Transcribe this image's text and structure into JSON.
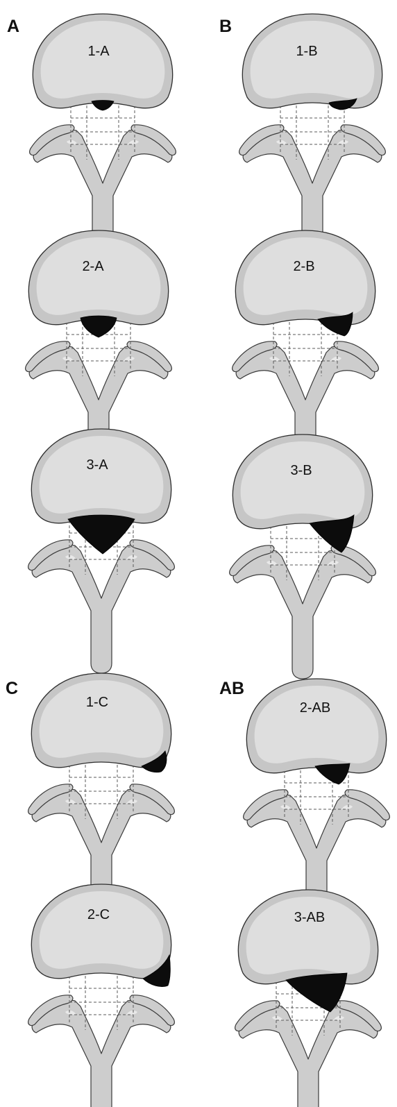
{
  "panel_labels": [
    "A",
    "B",
    "C",
    "AB"
  ],
  "diagrams": [
    {
      "label": "1-A",
      "zone": "A",
      "size": 1
    },
    {
      "label": "1-B",
      "zone": "B",
      "size": 1
    },
    {
      "label": "2-A",
      "zone": "A",
      "size": 2
    },
    {
      "label": "2-B",
      "zone": "B",
      "size": 2
    },
    {
      "label": "3-A",
      "zone": "A",
      "size": 3
    },
    {
      "label": "3-B",
      "zone": "B",
      "size": 3
    },
    {
      "label": "1-C",
      "zone": "C",
      "size": 1
    },
    {
      "label": "2-AB",
      "zone": "AB",
      "size": 2
    },
    {
      "label": "2-C",
      "zone": "C",
      "size": 2
    },
    {
      "label": "3-AB",
      "zone": "AB",
      "size": 3
    }
  ]
}
